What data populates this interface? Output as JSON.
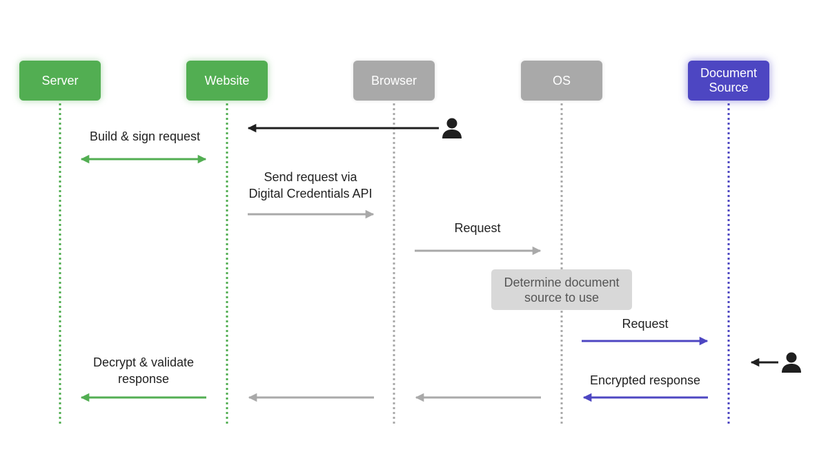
{
  "colors": {
    "green": "#52ae52",
    "gray": "#a9a9a9",
    "blue": "#4d46c2",
    "user_arrow": "#1f1f1f",
    "note_background": "#d8d8d8"
  },
  "actors": [
    {
      "label": "Server",
      "color": "green"
    },
    {
      "label": "Website",
      "color": "green"
    },
    {
      "label": "Browser",
      "color": "gray"
    },
    {
      "label": "OS",
      "color": "gray"
    },
    {
      "label": "Document\nSource",
      "color": "blue"
    }
  ],
  "messages": [
    {
      "label": "Build & sign request",
      "from": "Server",
      "to": "Website",
      "direction": "both",
      "color": "green"
    },
    {
      "label": "",
      "from": "user",
      "to": "Website",
      "direction": "left",
      "color": "user_arrow"
    },
    {
      "label": "Send request via\nDigital Credentials API",
      "from": "Website",
      "to": "Browser",
      "direction": "right",
      "color": "gray"
    },
    {
      "label": "Request",
      "from": "Browser",
      "to": "OS",
      "direction": "right",
      "color": "gray"
    },
    {
      "label": "Request",
      "from": "OS",
      "to": "Document Source",
      "direction": "right",
      "color": "blue"
    },
    {
      "label": "",
      "from": "user",
      "to": "Document Source",
      "direction": "left",
      "color": "user_arrow"
    },
    {
      "label": "Encrypted response",
      "from": "Document Source",
      "to": "OS",
      "direction": "left",
      "color": "blue"
    },
    {
      "label": "",
      "from": "OS",
      "to": "Browser",
      "direction": "left",
      "color": "gray"
    },
    {
      "label": "",
      "from": "Browser",
      "to": "Website",
      "direction": "left",
      "color": "gray"
    },
    {
      "label": "Decrypt & validate\nresponse",
      "from": "Website",
      "to": "Server",
      "direction": "left",
      "color": "green"
    }
  ],
  "note": {
    "label": "Determine document\nsource to use",
    "over": "OS"
  },
  "icons": {
    "user": "person-icon"
  }
}
